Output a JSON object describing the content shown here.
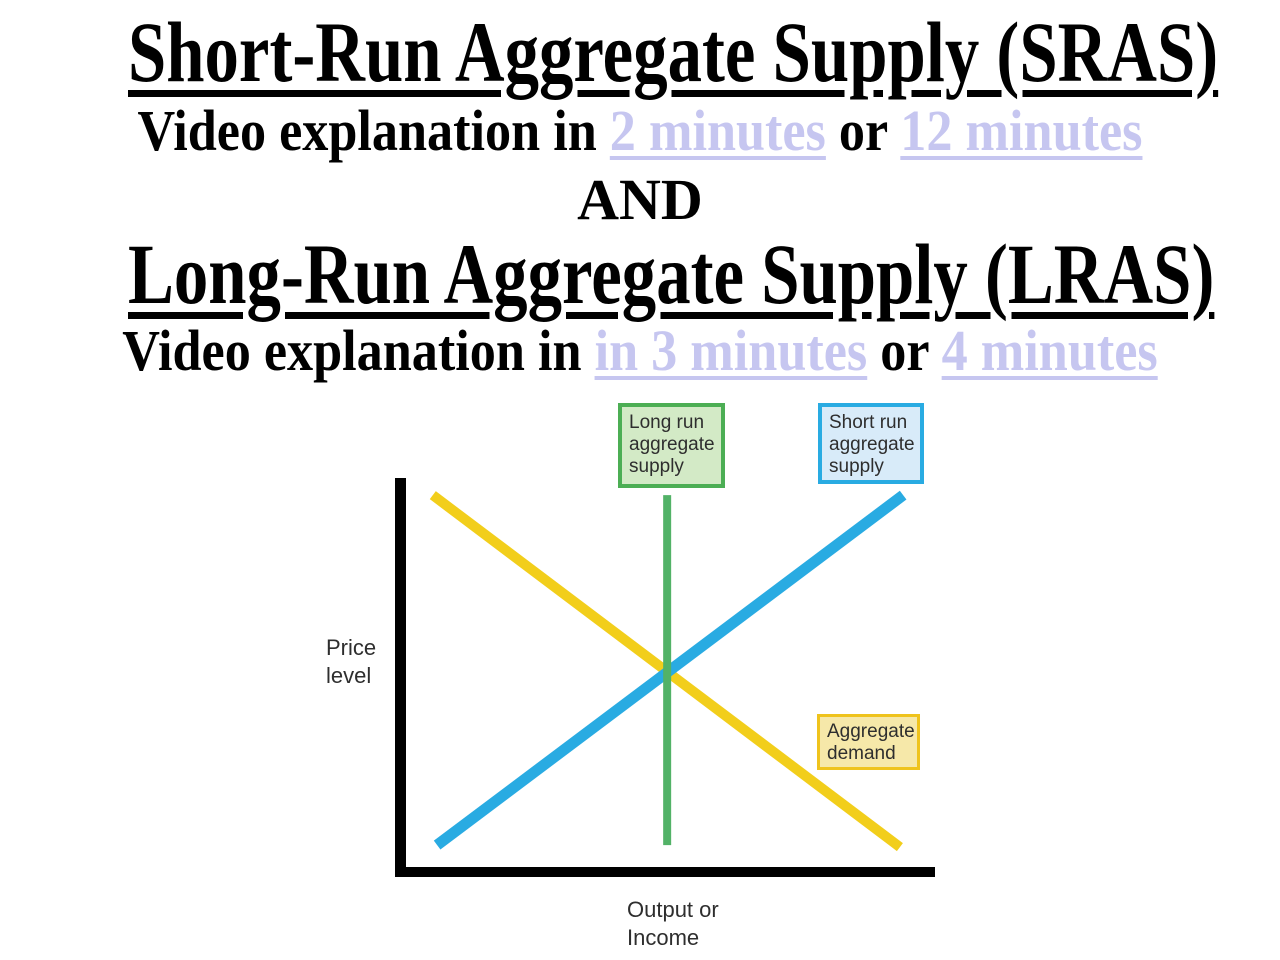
{
  "header": {
    "title_sras": "Short-Run Aggregate Supply (SRAS)",
    "sras_video": {
      "prefix": "Video explanation in ",
      "link_short": "2 minutes",
      "or": " or ",
      "link_long": "12 minutes"
    },
    "connector": "AND",
    "title_lras": "Long-Run Aggregate Supply (LRAS)",
    "lras_video": {
      "prefix": "Video explanation in ",
      "link_short": "in 3 minutes",
      "or": " or ",
      "link_long": "4 minutes"
    },
    "link_color": "#c6c6f0",
    "text_color": "#000000"
  },
  "chart_data": {
    "type": "line",
    "title": "",
    "xlabel": "Output or\nIncome",
    "ylabel": "Price\nlevel",
    "axes_numeric": false,
    "grid": false,
    "axis_color": "#000000",
    "legend_position": "on-chart-label-boxes",
    "x_range_norm": [
      0,
      1
    ],
    "y_range_norm": [
      0,
      1
    ],
    "series": [
      {
        "name": "Long run aggregate supply",
        "abbrev": "LRAS",
        "shape": "vertical",
        "color": "#52b267",
        "stroke_width": 8,
        "points_norm": [
          [
            0.504,
            0.08
          ],
          [
            0.504,
            0.957
          ]
        ],
        "label_box": {
          "text": "Long run\naggregate\nsupply",
          "fill": "#d3eac6",
          "border": "#4cae54"
        }
      },
      {
        "name": "Short run aggregate supply",
        "abbrev": "SRAS",
        "shape": "upward-sloping",
        "color": "#29abe2",
        "stroke_width": 11,
        "points_norm": [
          [
            0.078,
            0.08
          ],
          [
            0.941,
            0.957
          ]
        ],
        "label_box": {
          "text": "Short run\naggregate\nsupply",
          "fill": "#d8ebf9",
          "border": "#29abe2"
        }
      },
      {
        "name": "Aggregate demand",
        "abbrev": "AD",
        "shape": "downward-sloping",
        "color": "#f2ce1b",
        "stroke_width": 10,
        "points_norm": [
          [
            0.07,
            0.957
          ],
          [
            0.935,
            0.075
          ]
        ],
        "label_box": {
          "text": "Aggregate\ndemand",
          "fill": "#f6e8a9",
          "border": "#efc31c"
        }
      }
    ]
  }
}
